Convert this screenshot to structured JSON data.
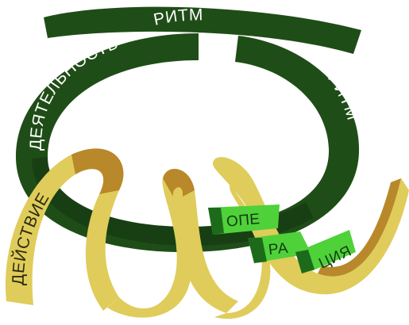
{
  "diagram": {
    "labels": {
      "activity": "ДЕЯТЕЛЬНОСТЬ",
      "rhythm_top": "РИТМ",
      "rhythm_right": "РИТМ",
      "action": "ДЕЙСТВИЕ",
      "operation_part1": "ОПЕ",
      "operation_part2": "РА",
      "operation_part3": "ЦИЯ"
    },
    "colors": {
      "dark_green": "#1f4d17",
      "dark_green_shade": "#123510",
      "yellow": "#e0cc5a",
      "yellow_shade": "#b8882a",
      "bright_green": "#4fd13a"
    }
  }
}
